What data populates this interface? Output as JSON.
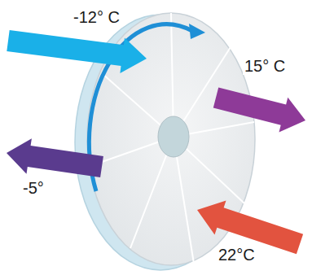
{
  "diagram": {
    "labels": [
      "-12° C",
      "15° C",
      "-5°",
      "22°C"
    ]
  }
}
